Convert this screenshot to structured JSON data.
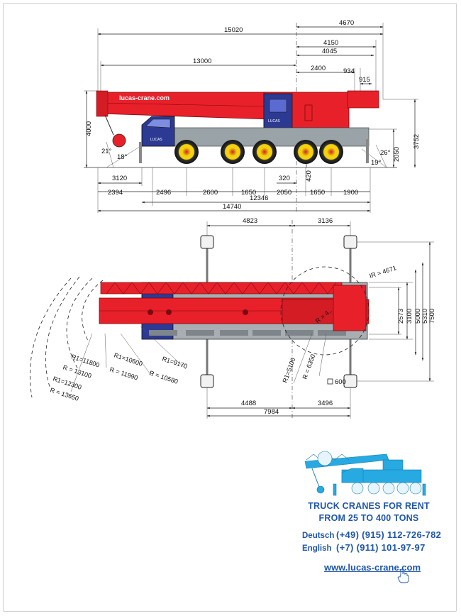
{
  "side_view": {
    "top_dims": [
      "15020",
      "4670",
      "4150",
      "4045",
      "13000",
      "2400",
      "934",
      "915"
    ],
    "left_height": "4000",
    "right_heights": [
      "3752",
      "2050"
    ],
    "angles": [
      "21°",
      "18°",
      "26°",
      "19°"
    ],
    "ground_clearance": "420",
    "axle_offset": "320",
    "bottom_row1": "3120",
    "bottom_row2": [
      "2394",
      "2496",
      "2600",
      "1650",
      "2050",
      "1650",
      "1900"
    ],
    "bottom_row3": "12346",
    "bottom_row4": "14740",
    "boom_text": "lucas-crane.com",
    "cab_text": "LUCAS"
  },
  "top_view": {
    "top_dims": [
      "4823",
      "3136"
    ],
    "bottom_dims": [
      "4488",
      "3496",
      "7984"
    ],
    "right_dims": [
      "2573",
      "3100",
      "5000",
      "5310",
      "7500"
    ],
    "radius_labels": [
      "IR = 4671",
      "R = 4..",
      "R1=5100",
      "R = 6350",
      "R1=9170",
      "R = 10580",
      "R1=10600",
      "R = 11990",
      "R1=11800",
      "R = 13100",
      "R1=12300",
      "R = 13650"
    ],
    "pad_label": "600"
  },
  "promo": {
    "line1": "TRUCK CRANES FOR RENT",
    "line2": "FROM 25 TO 400 TONS",
    "contacts": [
      {
        "lang": "Deutsch",
        "phone": "(+49) (915) 112-726-782"
      },
      {
        "lang": "English",
        "phone": "(+7) (911) 101-97-97"
      }
    ],
    "url": "www.lucas-crane.com"
  },
  "colors": {
    "crane_red": "#e8202a",
    "crane_blue": "#2c3a94",
    "wheel_yellow": "#f4d20c",
    "promo_blue": "#1f56a8",
    "icon_cyan": "#27a9e1"
  }
}
